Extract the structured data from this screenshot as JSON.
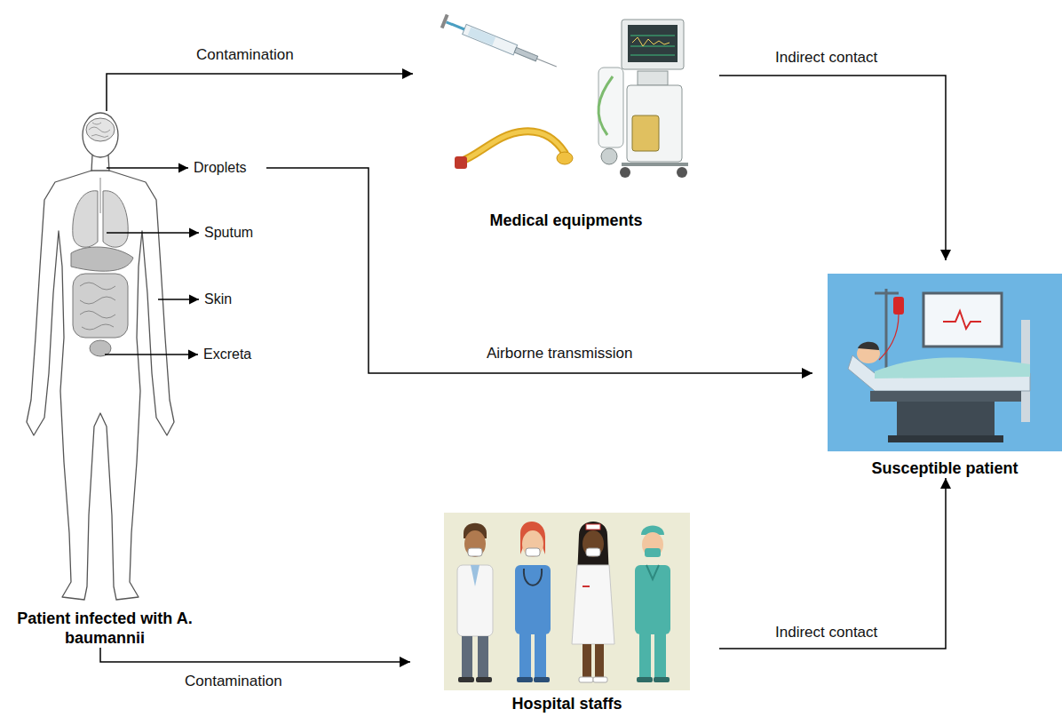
{
  "diagram": {
    "nodes": [
      {
        "text": [
          "Patient infected with A. baumannii"
        ]
      },
      {
        "text": [
          "Medical equipments"
        ]
      },
      {
        "text": [
          "Susceptible patient"
        ]
      },
      {
        "text": [
          "Hospital staffs"
        ]
      }
    ],
    "edges": [
      {
        "from": 0,
        "to": 1,
        "label": "Contamination",
        "arrow": "to"
      },
      {
        "from": 1,
        "to": 2,
        "label": "Indirect contact",
        "arrow": "to"
      },
      {
        "from": 0,
        "to": 2,
        "label": "Airborne transmission",
        "arrow": "to"
      },
      {
        "from": 0,
        "to": 3,
        "label": "Contamination",
        "arrow": "to"
      },
      {
        "from": 3,
        "to": 2,
        "label": "Indirect contact",
        "arrow": "to"
      }
    ],
    "labels": [
      "Droplets",
      "Sputum",
      "Skin",
      "Excreta"
    ]
  }
}
